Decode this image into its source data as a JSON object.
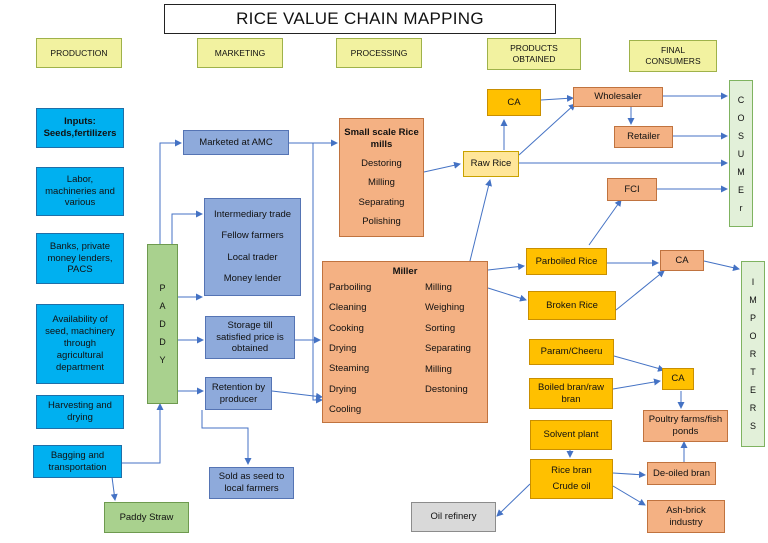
{
  "title": "RICE VALUE CHAIN MAPPING",
  "headers": {
    "production": "PRODUCTION",
    "marketing": "MARKETING",
    "processing": "PROCESSING",
    "products_line1": "PRODUCTS",
    "products_line2": "OBTAINED",
    "consumers_line1": "FINAL",
    "consumers_line2": "CONSUMERS"
  },
  "production": {
    "inputs_line1": "Inputs:",
    "inputs_line2": "Seeds,fertilizers",
    "labor": "Labor, machineries and various",
    "banks": "Banks, private money lenders, PACS",
    "availability": "Availability of seed, machinery through agricultural department",
    "harvesting": "Harvesting and drying",
    "bagging": "Bagging and transportation"
  },
  "paddy_letters": [
    "P",
    "A",
    "D",
    "D",
    "Y"
  ],
  "paddy_straw": "Paddy Straw",
  "marketing": {
    "amc": "Marketed at AMC",
    "intermediary": [
      "Intermediary trade",
      "Fellow farmers",
      "Local trader",
      "Money lender"
    ],
    "storage": "Storage till satisfied price is obtained",
    "retention": "Retention by producer",
    "seed": "Sold as seed to local farmers"
  },
  "processing": {
    "small_mills_title": "Small scale Rice mills",
    "small_mills_steps": [
      "Destoring",
      "Milling",
      "Separating",
      "Polishing"
    ],
    "miller_title": "Miller",
    "miller_left": [
      "Parboiling",
      "Cleaning",
      "Cooking",
      "Drying",
      "Steaming",
      "Drying",
      "Cooling"
    ],
    "miller_right": [
      "Milling",
      "Weighing",
      "Sorting",
      "Separating",
      "Milling",
      "Destoning"
    ]
  },
  "products": {
    "ca1": "CA",
    "raw_rice": "Raw Rice",
    "wholesaler": "Wholesaler",
    "retailer": "Retailer",
    "fci": "FCI",
    "parboiled": "Parboiled Rice",
    "ca2": "CA",
    "broken": "Broken Rice",
    "param": "Param/Cheeru",
    "boiled_bran": "Boiled bran/raw bran",
    "ca3": "CA",
    "poultry": "Poultry farms/fish ponds",
    "solvent": "Solvent plant",
    "rice_bran": "Rice bran",
    "crude_oil": "Crude oil",
    "deoiled": "De-oiled bran",
    "ash_brick": "Ash-brick industry",
    "oil_refinery": "Oil refinery"
  },
  "consumer_letters": [
    "C",
    "O",
    "S",
    "U",
    "M",
    "E",
    "r"
  ],
  "importer_letters": [
    "I",
    "M",
    "P",
    "O",
    "R",
    "T",
    "E",
    "R",
    "S"
  ]
}
